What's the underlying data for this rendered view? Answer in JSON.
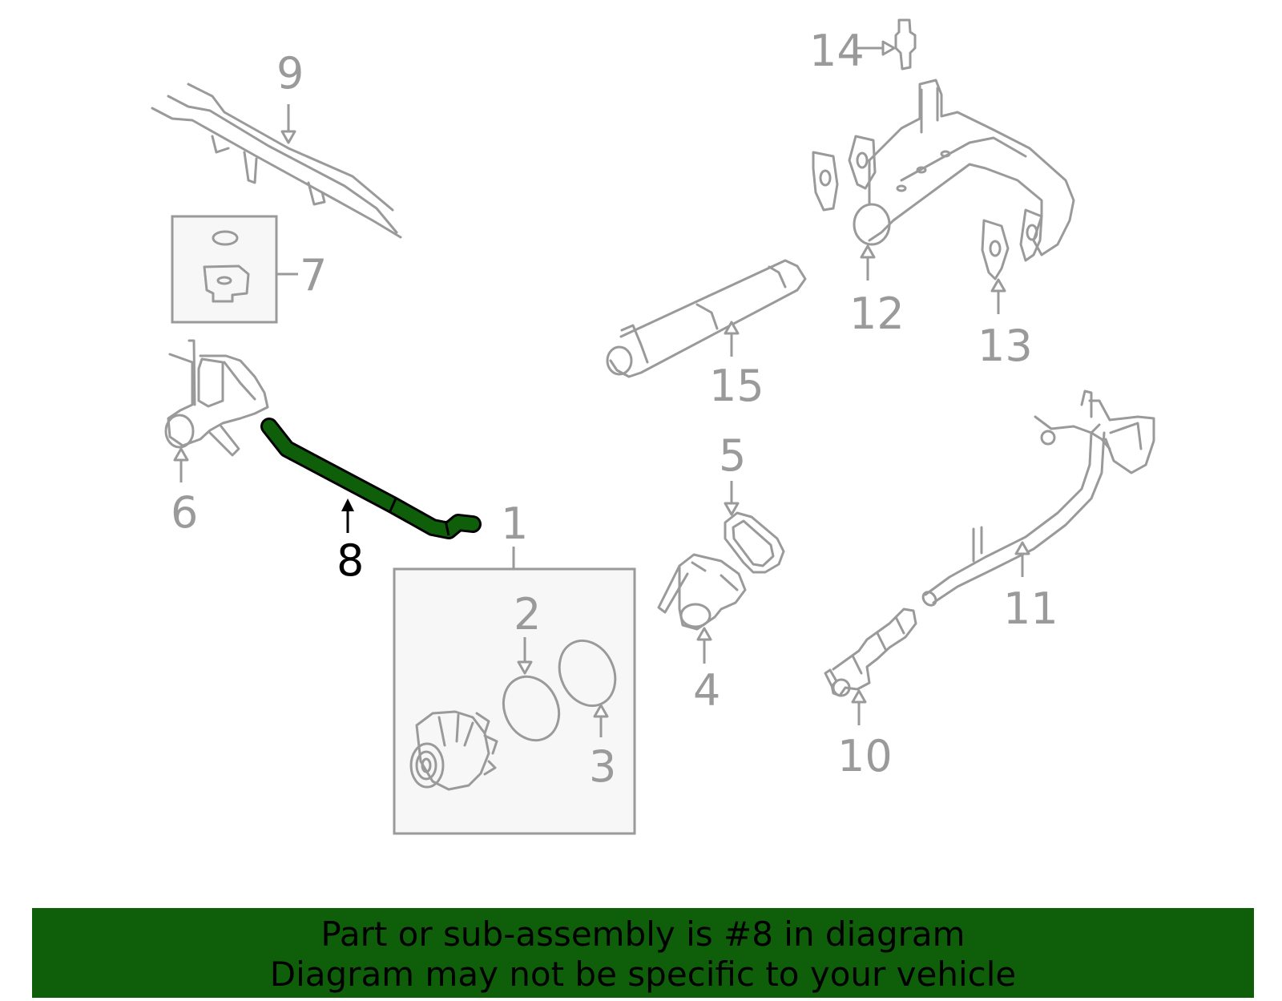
{
  "callouts": [
    "1",
    "2",
    "3",
    "4",
    "5",
    "6",
    "7",
    "8",
    "9",
    "10",
    "11",
    "12",
    "13",
    "14",
    "15"
  ],
  "highlight_part": "8",
  "colors": {
    "highlight": "#0f5e0a",
    "outline": "#9a9a9a",
    "banner": "#0f5e0a"
  },
  "banner": {
    "line1": "Part or sub-assembly is #8 in diagram",
    "line2": "Diagram may not be specific to your vehicle"
  }
}
